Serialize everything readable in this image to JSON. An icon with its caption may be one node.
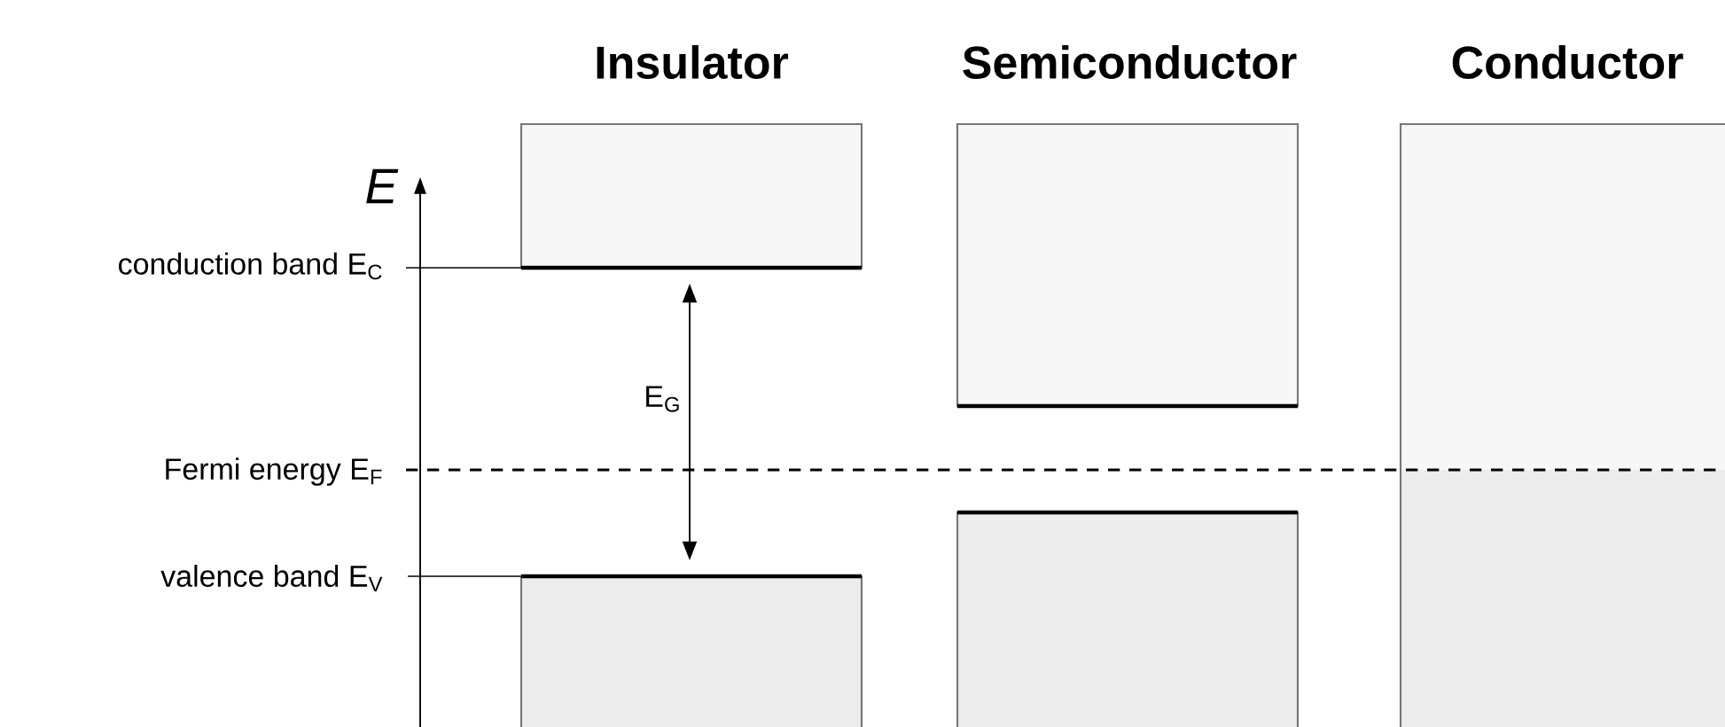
{
  "diagram": {
    "labels": [
      "Insulator",
      "Semiconductor",
      "Conductor",
      "E",
      "conduction band E$_{C}$",
      "E$_{G}$",
      "Fermi energy E$_{F}$",
      "valence band E$_{V}$"
    ]
  }
}
